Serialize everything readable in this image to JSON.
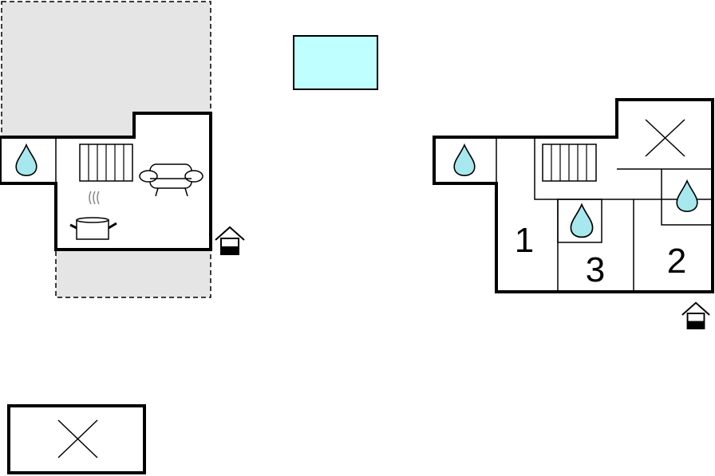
{
  "colors": {
    "wall": "#000000",
    "terrace": "#e5e5e5",
    "pool": "#bfffff",
    "water_drop": "#a6e8ee",
    "background": "#ffffff"
  },
  "rooms": {
    "bedroom_1": "1",
    "bedroom_2": "2",
    "bedroom_3": "3"
  },
  "legend": {
    "icons": [
      "water-drop-icon",
      "radiator-icon",
      "sofa-icon",
      "cooking-pot-icon",
      "entrance-icon",
      "cross-icon",
      "pool"
    ]
  }
}
